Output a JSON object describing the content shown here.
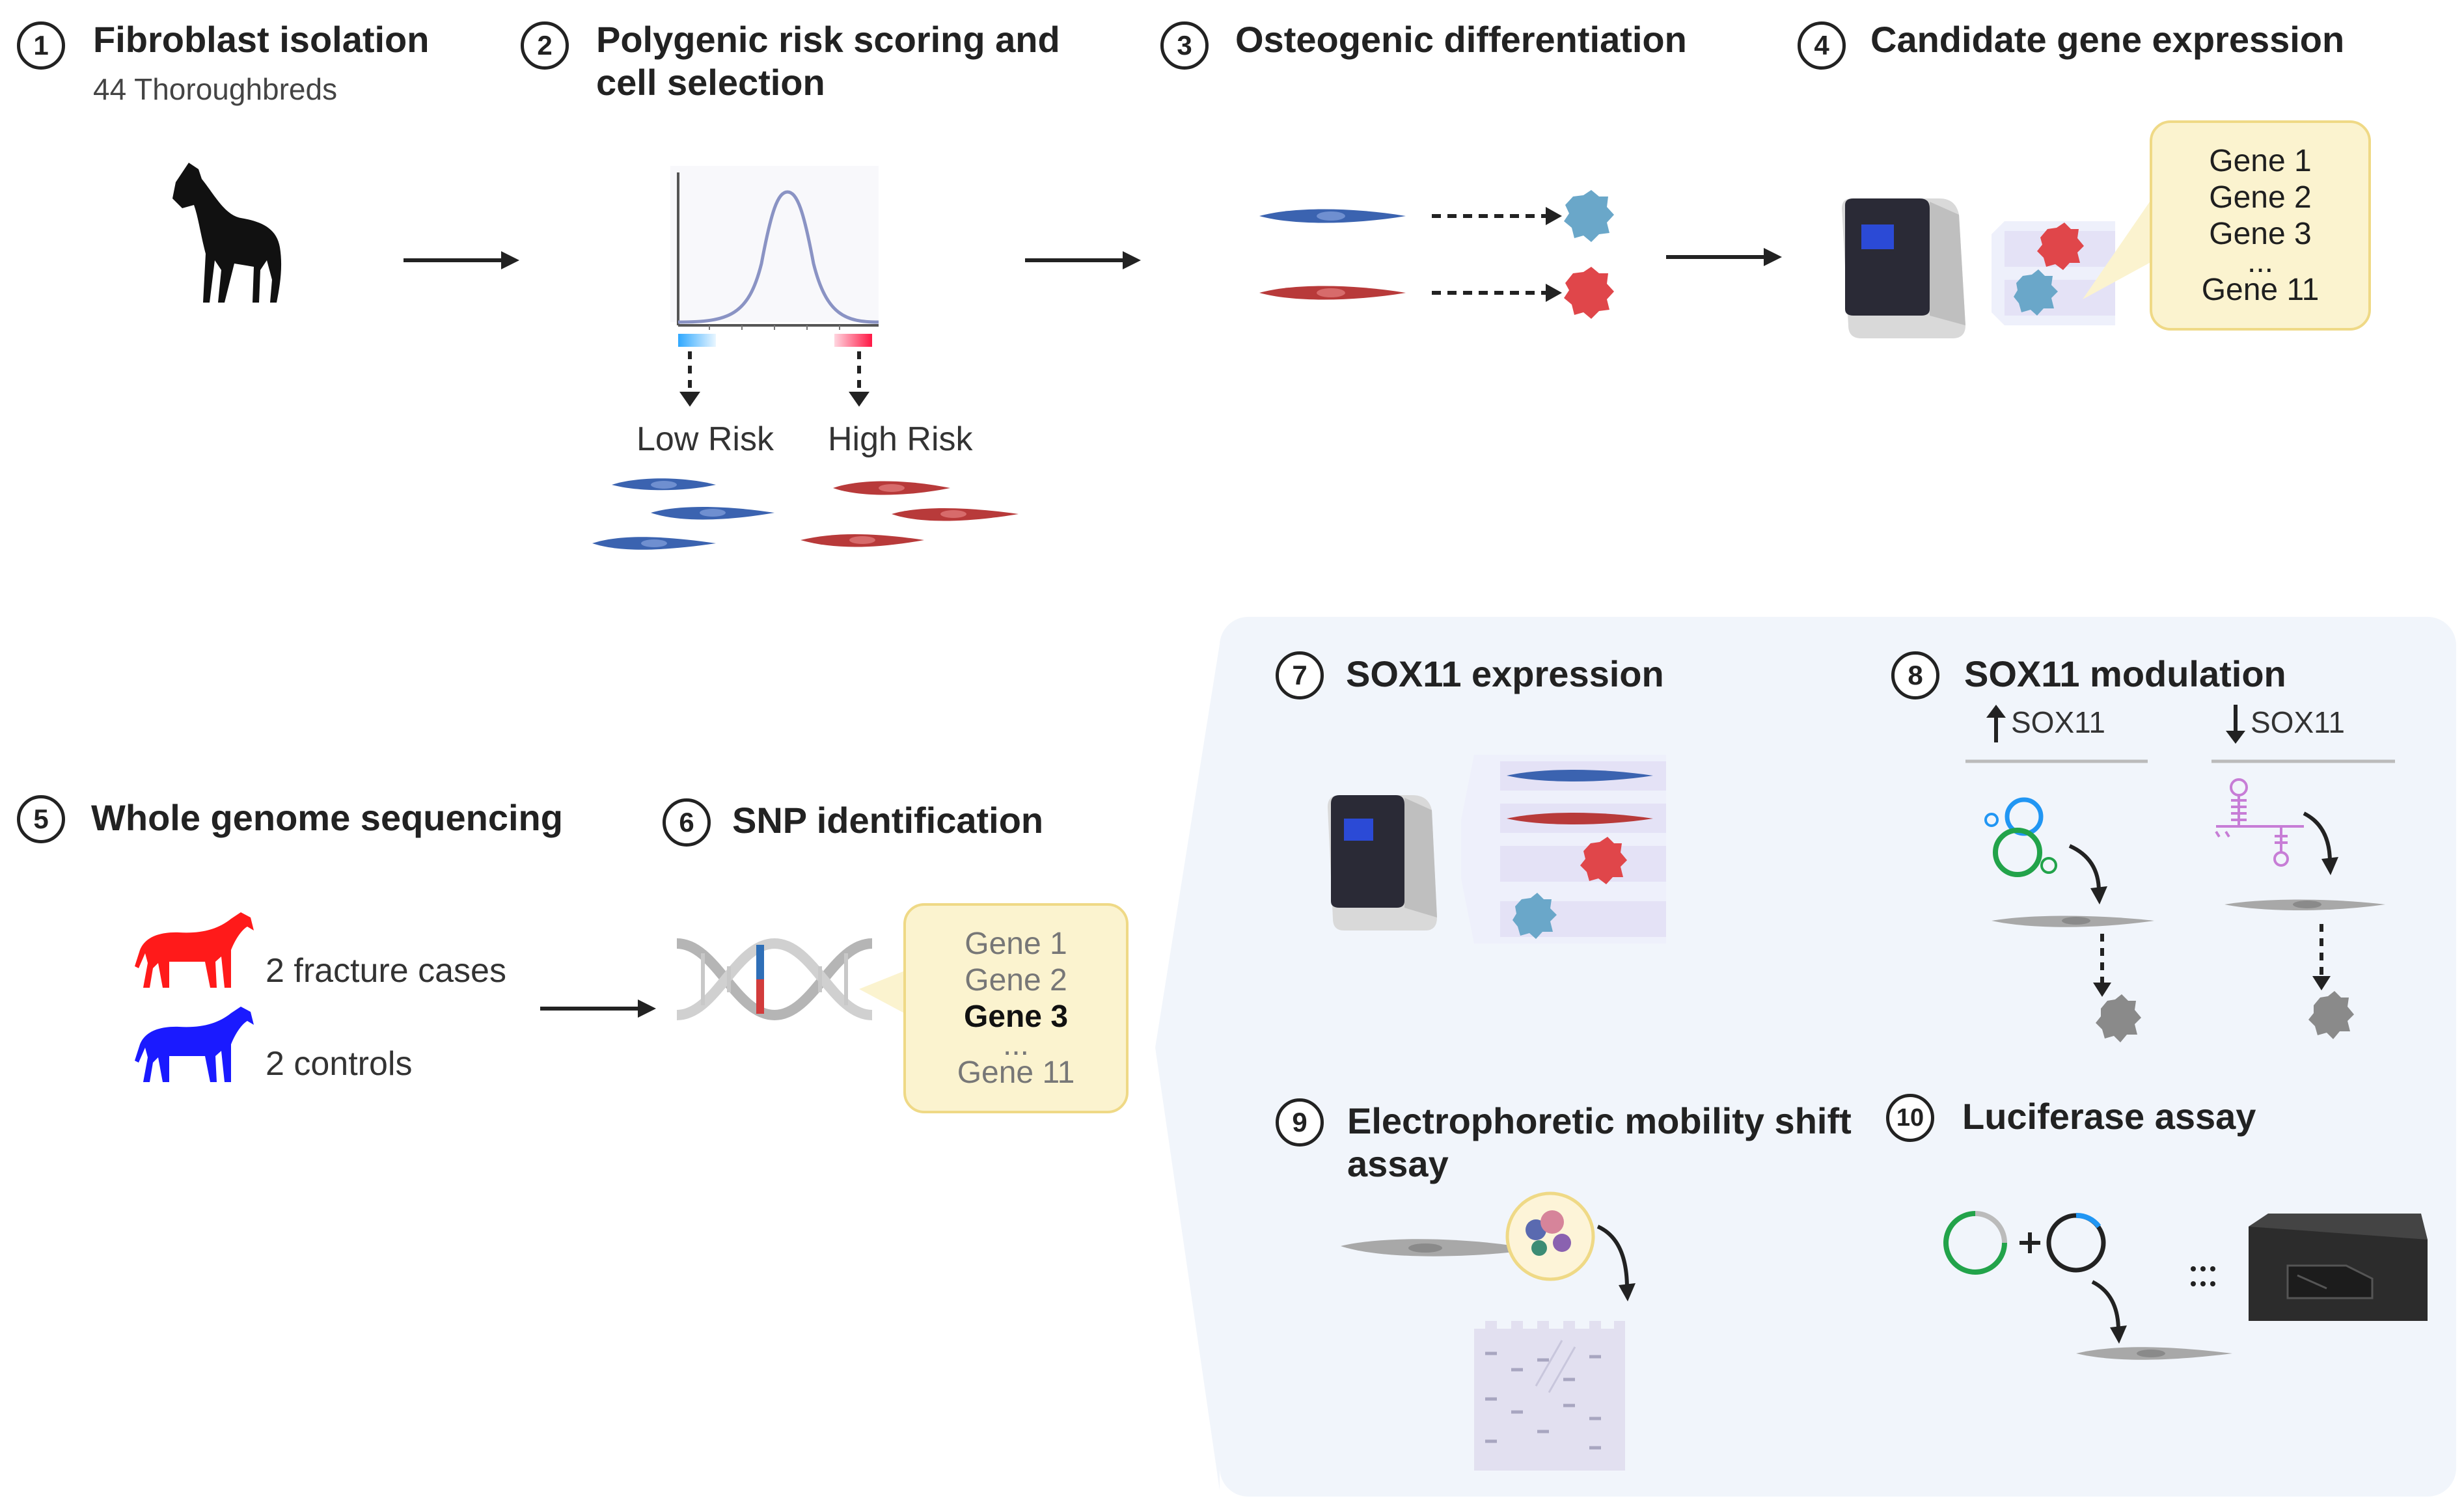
{
  "steps": [
    {
      "num": "1",
      "title": "Fibroblast isolation",
      "subtitle": "44 Thoroughbreds"
    },
    {
      "num": "2",
      "title_line1": "Polygenic risk scoring and",
      "title_line2": "cell selection"
    },
    {
      "num": "3",
      "title": "Osteogenic differentiation"
    },
    {
      "num": "4",
      "title": "Candidate gene expression"
    },
    {
      "num": "5",
      "title": "Whole genome sequencing"
    },
    {
      "num": "6",
      "title": "SNP identification"
    },
    {
      "num": "7",
      "title": "SOX11 expression"
    },
    {
      "num": "8",
      "title": "SOX11 modulation"
    },
    {
      "num": "9",
      "title_line1": "Electrophoretic mobility shift",
      "title_line2": "assay"
    },
    {
      "num": "10",
      "title": "Luciferase assay"
    }
  ],
  "risk_labels": {
    "low": "Low Risk",
    "high": "High Risk"
  },
  "gene_list_4": [
    "Gene 1",
    "Gene 2",
    "Gene 3",
    "...",
    "Gene 11"
  ],
  "gene_list_6": [
    "Gene 1",
    "Gene 2",
    "Gene 3",
    "...",
    "Gene 11"
  ],
  "wgs": {
    "cases": "2 fracture cases",
    "controls": "2 controls"
  },
  "modulation": {
    "up": "SOX11",
    "down": "SOX11"
  },
  "colors": {
    "blue_cell": "#3b63b0",
    "red_cell": "#b83a3a",
    "light_blue_cell": "#6aa7c9",
    "red_horse": "#ff1a1a",
    "blue_horse": "#1a1aff",
    "panel_bg": "#f1f5fb",
    "gene_box_bg": "#fbf3cf",
    "gene_box_border": "#efd986"
  }
}
